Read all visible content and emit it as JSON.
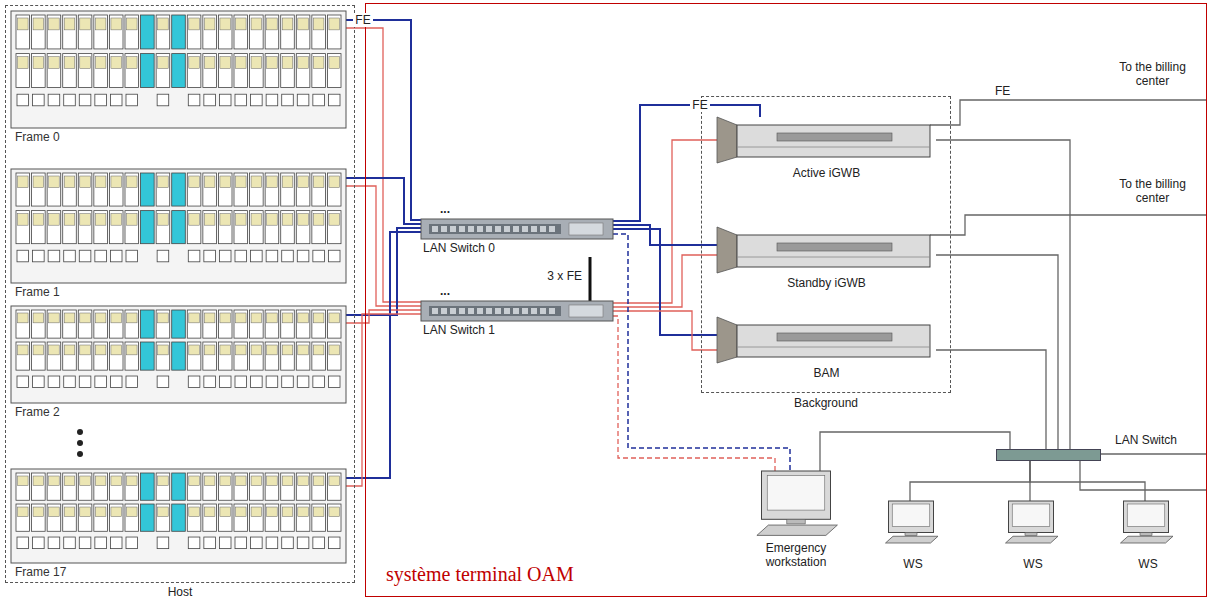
{
  "diagram": {
    "nodes": [
      {
        "text": [
          "Host"
        ]
      },
      {
        "text": [
          "Frame 0"
        ],
        "in": 0
      },
      {
        "text": [
          "Frame 1"
        ],
        "in": 0
      },
      {
        "text": [
          "Frame 2"
        ],
        "in": 0
      },
      {
        "text": [
          "Frame 17"
        ],
        "in": 0
      },
      {
        "text": [
          "système terminal OAM"
        ]
      },
      {
        "text": [
          "LAN Switch 0"
        ],
        "in": 5
      },
      {
        "text": [
          "LAN Switch 1"
        ],
        "in": 5
      },
      {
        "text": [
          "Background"
        ],
        "in": 5
      },
      {
        "text": [
          "Active iGWB"
        ],
        "in": 8
      },
      {
        "text": [
          "Standby iGWB"
        ],
        "in": 8
      },
      {
        "text": [
          "BAM"
        ],
        "in": 8
      },
      {
        "text": [
          "Emergency workstation"
        ],
        "in": 5
      },
      {
        "text": [
          "LAN Switch"
        ],
        "in": 5
      },
      {
        "text": [
          "WS"
        ],
        "in": 5
      },
      {
        "text": [
          "WS"
        ],
        "in": 5
      },
      {
        "text": [
          "WS"
        ],
        "in": 5
      }
    ],
    "edges": [
      {
        "from": 1,
        "to": 6,
        "arrow": "none",
        "label": "FE"
      },
      {
        "from": 1,
        "to": 7,
        "arrow": "none"
      },
      {
        "from": 2,
        "to": 6,
        "arrow": "none"
      },
      {
        "from": 2,
        "to": 7,
        "arrow": "none"
      },
      {
        "from": 3,
        "to": 6,
        "arrow": "none"
      },
      {
        "from": 3,
        "to": 7,
        "arrow": "none"
      },
      {
        "from": 4,
        "to": 6,
        "arrow": "none"
      },
      {
        "from": 4,
        "to": 7,
        "arrow": "none"
      },
      {
        "from": 6,
        "to": 7,
        "arrow": "none",
        "label": "3 x FE"
      },
      {
        "from": 6,
        "to": 9,
        "arrow": "none",
        "label": "FE"
      },
      {
        "from": 7,
        "to": 9,
        "arrow": "none"
      },
      {
        "from": 6,
        "to": 10,
        "arrow": "none"
      },
      {
        "from": 7,
        "to": 10,
        "arrow": "none"
      },
      {
        "from": 6,
        "to": 11,
        "arrow": "none"
      },
      {
        "from": 7,
        "to": 11,
        "arrow": "none"
      },
      {
        "from": 6,
        "to": 12,
        "arrow": "none"
      },
      {
        "from": 7,
        "to": 12,
        "arrow": "none"
      },
      {
        "from": 12,
        "to": 13,
        "arrow": "none"
      },
      {
        "from": 9,
        "to": 13,
        "arrow": "none"
      },
      {
        "from": 10,
        "to": 13,
        "arrow": "none"
      },
      {
        "from": 11,
        "to": 13,
        "arrow": "none"
      },
      {
        "from": 13,
        "to": 14,
        "arrow": "none"
      },
      {
        "from": 13,
        "to": 15,
        "arrow": "none"
      },
      {
        "from": 13,
        "to": 16,
        "arrow": "none"
      }
    ],
    "labels": [
      "FE",
      "To the billing center",
      "To the billing center",
      "...",
      "..."
    ]
  }
}
